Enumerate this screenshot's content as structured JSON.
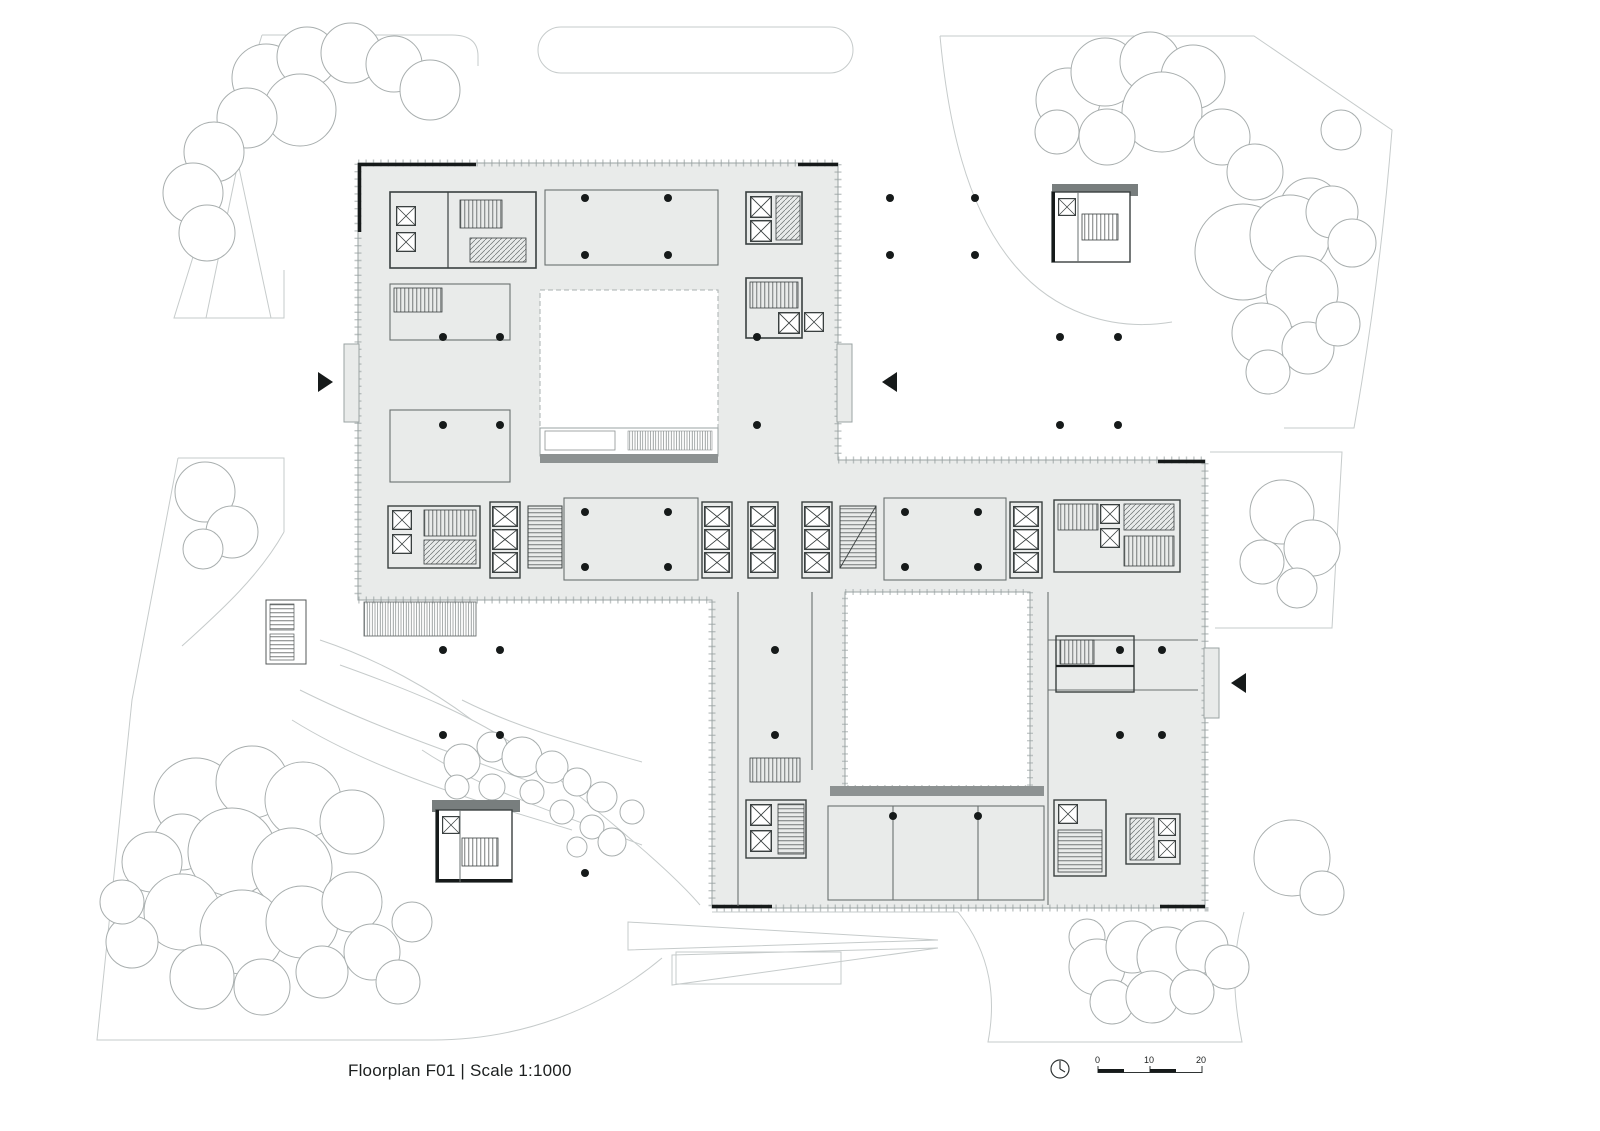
{
  "title": {
    "text": "Floorplan F01 | Scale 1:1000"
  },
  "scale_bar": {
    "labels": [
      "0",
      "10",
      "20"
    ]
  },
  "icons": {
    "north_indicator": "circle-clock-symbol",
    "entrance_marker": "filled-black-triangle"
  },
  "colors": {
    "building_fill": "#e9ebea",
    "shadow_gray": "#8d9292",
    "wall_dark": "#2f3434",
    "line_light": "#c6cbcb",
    "column_black": "#161a1a"
  }
}
